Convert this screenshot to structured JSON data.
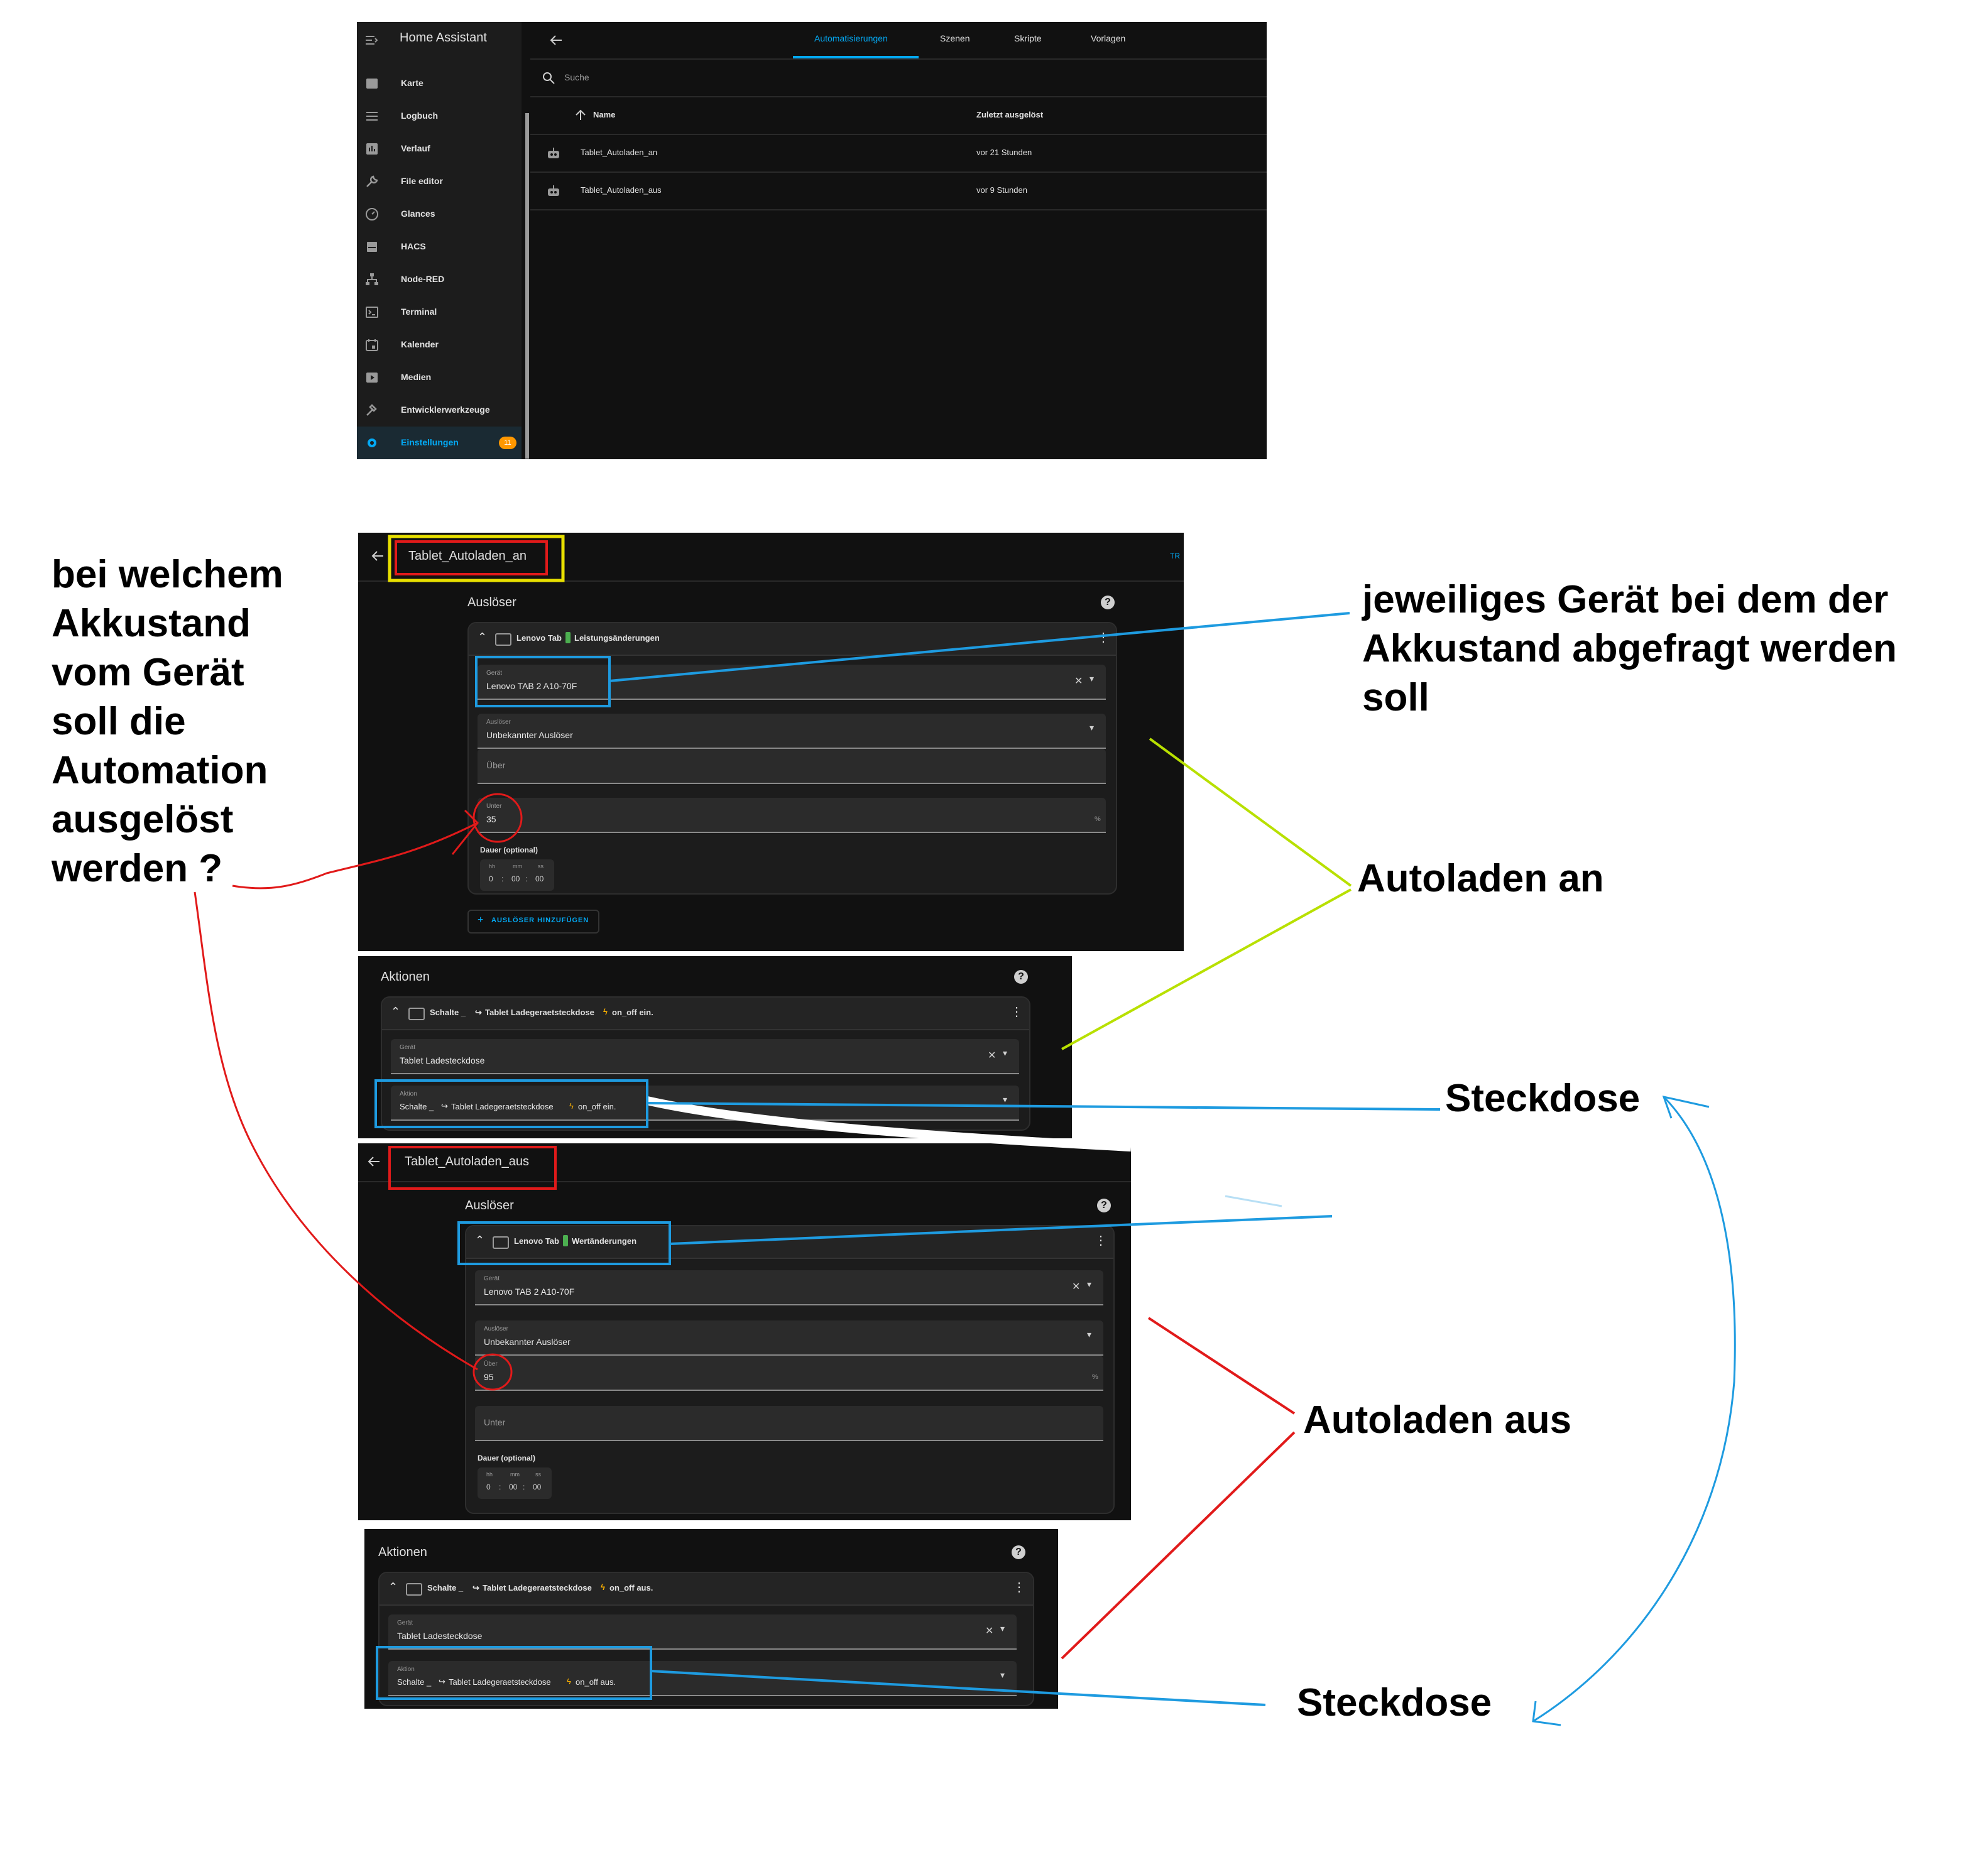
{
  "ha": {
    "app_title": "Home Assistant",
    "tabs": [
      "Automatisierungen",
      "Szenen",
      "Skripte",
      "Vorlagen"
    ],
    "search_placeholder": "Suche",
    "columns": {
      "name": "Name",
      "last": "Zuletzt ausgelöst"
    },
    "rows": [
      {
        "name": "Tablet_Autoladen_an",
        "last": "vor 21 Stunden"
      },
      {
        "name": "Tablet_Autoladen_aus",
        "last": "vor 9 Stunden"
      }
    ],
    "sidebar": [
      {
        "label": "Karte",
        "icon": "map-icon"
      },
      {
        "label": "Logbuch",
        "icon": "list-icon"
      },
      {
        "label": "Verlauf",
        "icon": "chart-icon"
      },
      {
        "label": "File editor",
        "icon": "wrench-icon"
      },
      {
        "label": "Glances",
        "icon": "gauge-icon"
      },
      {
        "label": "HACS",
        "icon": "store-icon"
      },
      {
        "label": "Node-RED",
        "icon": "sitemap-icon"
      },
      {
        "label": "Terminal",
        "icon": "console-icon"
      },
      {
        "label": "Kalender",
        "icon": "calendar-icon"
      },
      {
        "label": "Medien",
        "icon": "play-box-icon"
      },
      {
        "label": "Entwicklerwerkzeuge",
        "icon": "hammer-icon"
      },
      {
        "label": "Einstellungen",
        "icon": "cog-icon",
        "badge": "11"
      }
    ],
    "accent": "#03a9f4"
  },
  "auto_an": {
    "title": "Tablet_Autoladen_an",
    "corner": "TR",
    "section": "Auslöser",
    "trigger_head": {
      "device": "Lenovo Tab",
      "what": "Leistungsänderungen"
    },
    "geraet_label": "Gerät",
    "geraet_value": "Lenovo TAB 2 A10-70F",
    "ausloeser_label": "Auslöser",
    "ausloeser_value": "Unbekannter Auslöser",
    "ueber_label": "Über",
    "unter_label": "Unter",
    "unter_value": "35",
    "percent": "%",
    "dauer_label": "Dauer (optional)",
    "time_labels": [
      "hh",
      "mm",
      "ss"
    ],
    "time_values": [
      "0",
      "00",
      "00"
    ],
    "sep": ":",
    "add_button": "AUSLÖSER HINZUFÜGEN",
    "aktionen": "Aktionen",
    "action_head": {
      "a": "Schalte _",
      "b": "Tablet Ladegeraetsteckdose",
      "c": "on_off ein."
    },
    "action_geraet_label": "Gerät",
    "action_geraet_value": "Tablet Ladesteckdose",
    "action_label": "Aktion",
    "action_value": {
      "a": "Schalte _",
      "b": "Tablet Ladegeraetsteckdose",
      "c": "on_off ein."
    }
  },
  "auto_aus": {
    "title": "Tablet_Autoladen_aus",
    "section": "Auslöser",
    "trigger_head": {
      "device": "Lenovo Tab",
      "what": "Wertänderungen"
    },
    "geraet_label": "Gerät",
    "geraet_value": "Lenovo TAB 2 A10-70F",
    "ausloeser_label": "Auslöser",
    "ausloeser_value": "Unbekannter Auslöser",
    "ueber_label": "Über",
    "ueber_value": "95",
    "unter_label": "Unter",
    "percent": "%",
    "dauer_label": "Dauer (optional)",
    "time_labels": [
      "hh",
      "mm",
      "ss"
    ],
    "time_values": [
      "0",
      "00",
      "00"
    ],
    "sep": ":",
    "aktionen": "Aktionen",
    "action_head": {
      "a": "Schalte _",
      "b": "Tablet Ladegeraetsteckdose",
      "c": "on_off aus."
    },
    "action_geraet_label": "Gerät",
    "action_geraet_value": "Tablet Ladesteckdose",
    "action_label": "Aktion",
    "action_value": {
      "a": "Schalte _",
      "b": "Tablet Ladegeraetsteckdose",
      "c": "on_off aus."
    }
  },
  "annotations": {
    "question": [
      "bei welchem",
      "Akkustand",
      "vom Gerät",
      "soll die",
      "Automation",
      "ausgelöst",
      "werden ?"
    ],
    "device_note": [
      "jeweiliges Gerät bei dem der",
      "Akkustand abgefragt werden",
      "soll"
    ],
    "autoladen_an": "Autoladen an",
    "autoladen_aus": "Autoladen aus",
    "steckdose_1": "Steckdose",
    "steckdose_2": "Steckdose"
  }
}
